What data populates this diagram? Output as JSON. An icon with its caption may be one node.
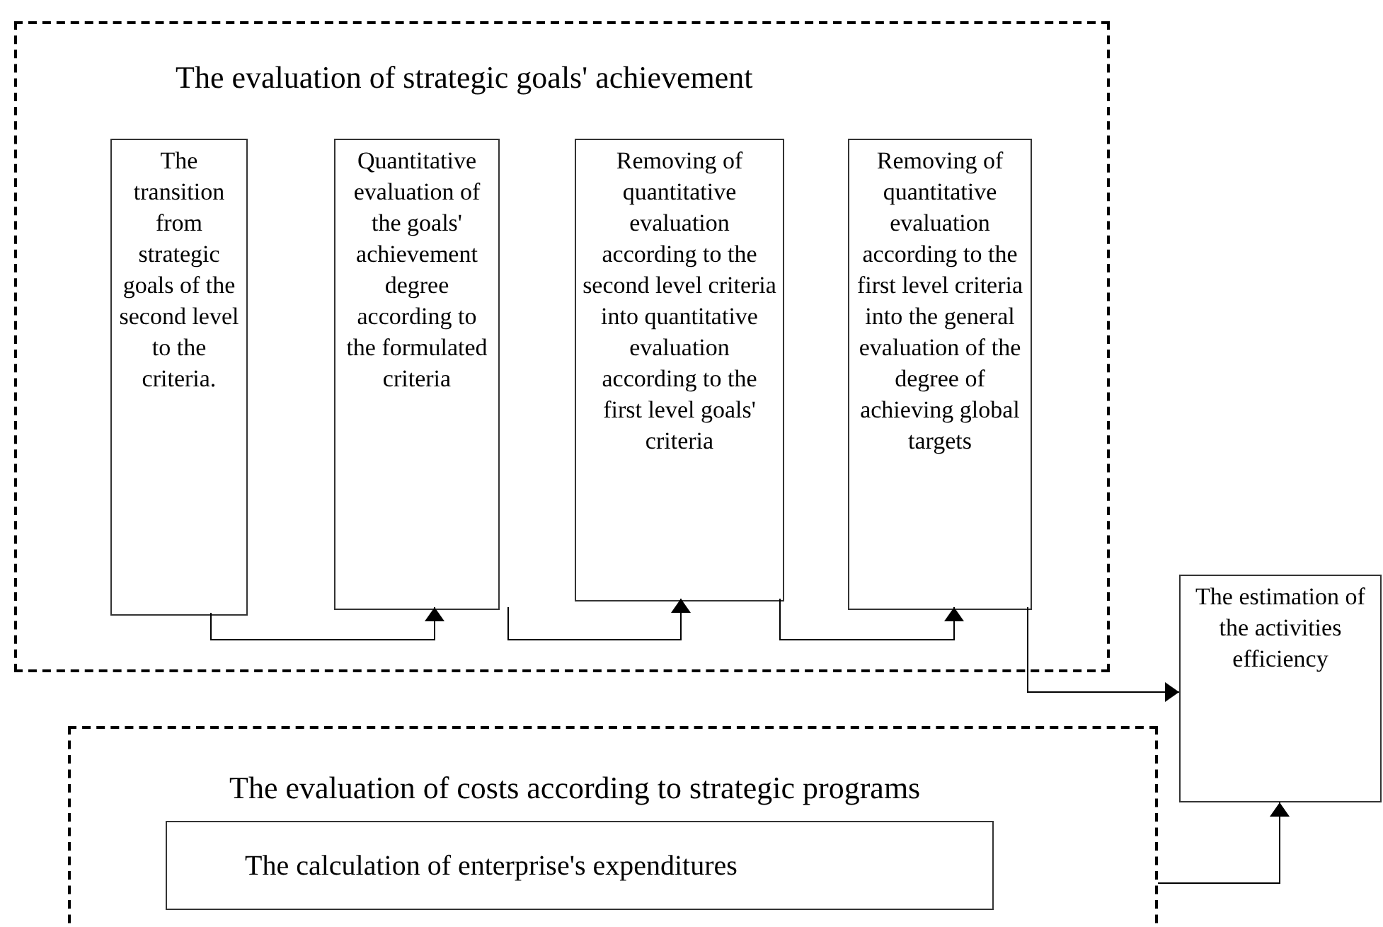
{
  "diagram": {
    "nodes": [
      {
        "text": [
          "The evaluation of strategic goals' achievement"
        ]
      },
      {
        "text": [
          "The transition from strategic goals of the second level to the criteria."
        ],
        "in": 0
      },
      {
        "text": [
          "Quantitative evaluation of the goals' achievement degree according to the formulated criteria"
        ],
        "in": 0
      },
      {
        "text": [
          "Removing of quantitative evaluation according to the second level criteria into quantitative evaluation according to the first level goals' criteria"
        ],
        "in": 0
      },
      {
        "text": [
          "Removing of quantitative evaluation according to the first level criteria into the general evaluation of the degree of achieving global targets"
        ],
        "in": 0
      },
      {
        "text": [
          "The estimation of the activities efficiency"
        ]
      },
      {
        "text": [
          "The evaluation of costs according to strategic programs"
        ]
      },
      {
        "text": [
          "The calculation of enterprise's expenditures"
        ],
        "in": 6
      }
    ],
    "edges": [
      {
        "from": 1,
        "to": 2,
        "arrow": "to"
      },
      {
        "from": 2,
        "to": 3,
        "arrow": "to"
      },
      {
        "from": 3,
        "to": 4,
        "arrow": "to"
      },
      {
        "from": 4,
        "to": 5,
        "arrow": "to"
      },
      {
        "from": 6,
        "to": 5,
        "arrow": "to"
      }
    ]
  }
}
